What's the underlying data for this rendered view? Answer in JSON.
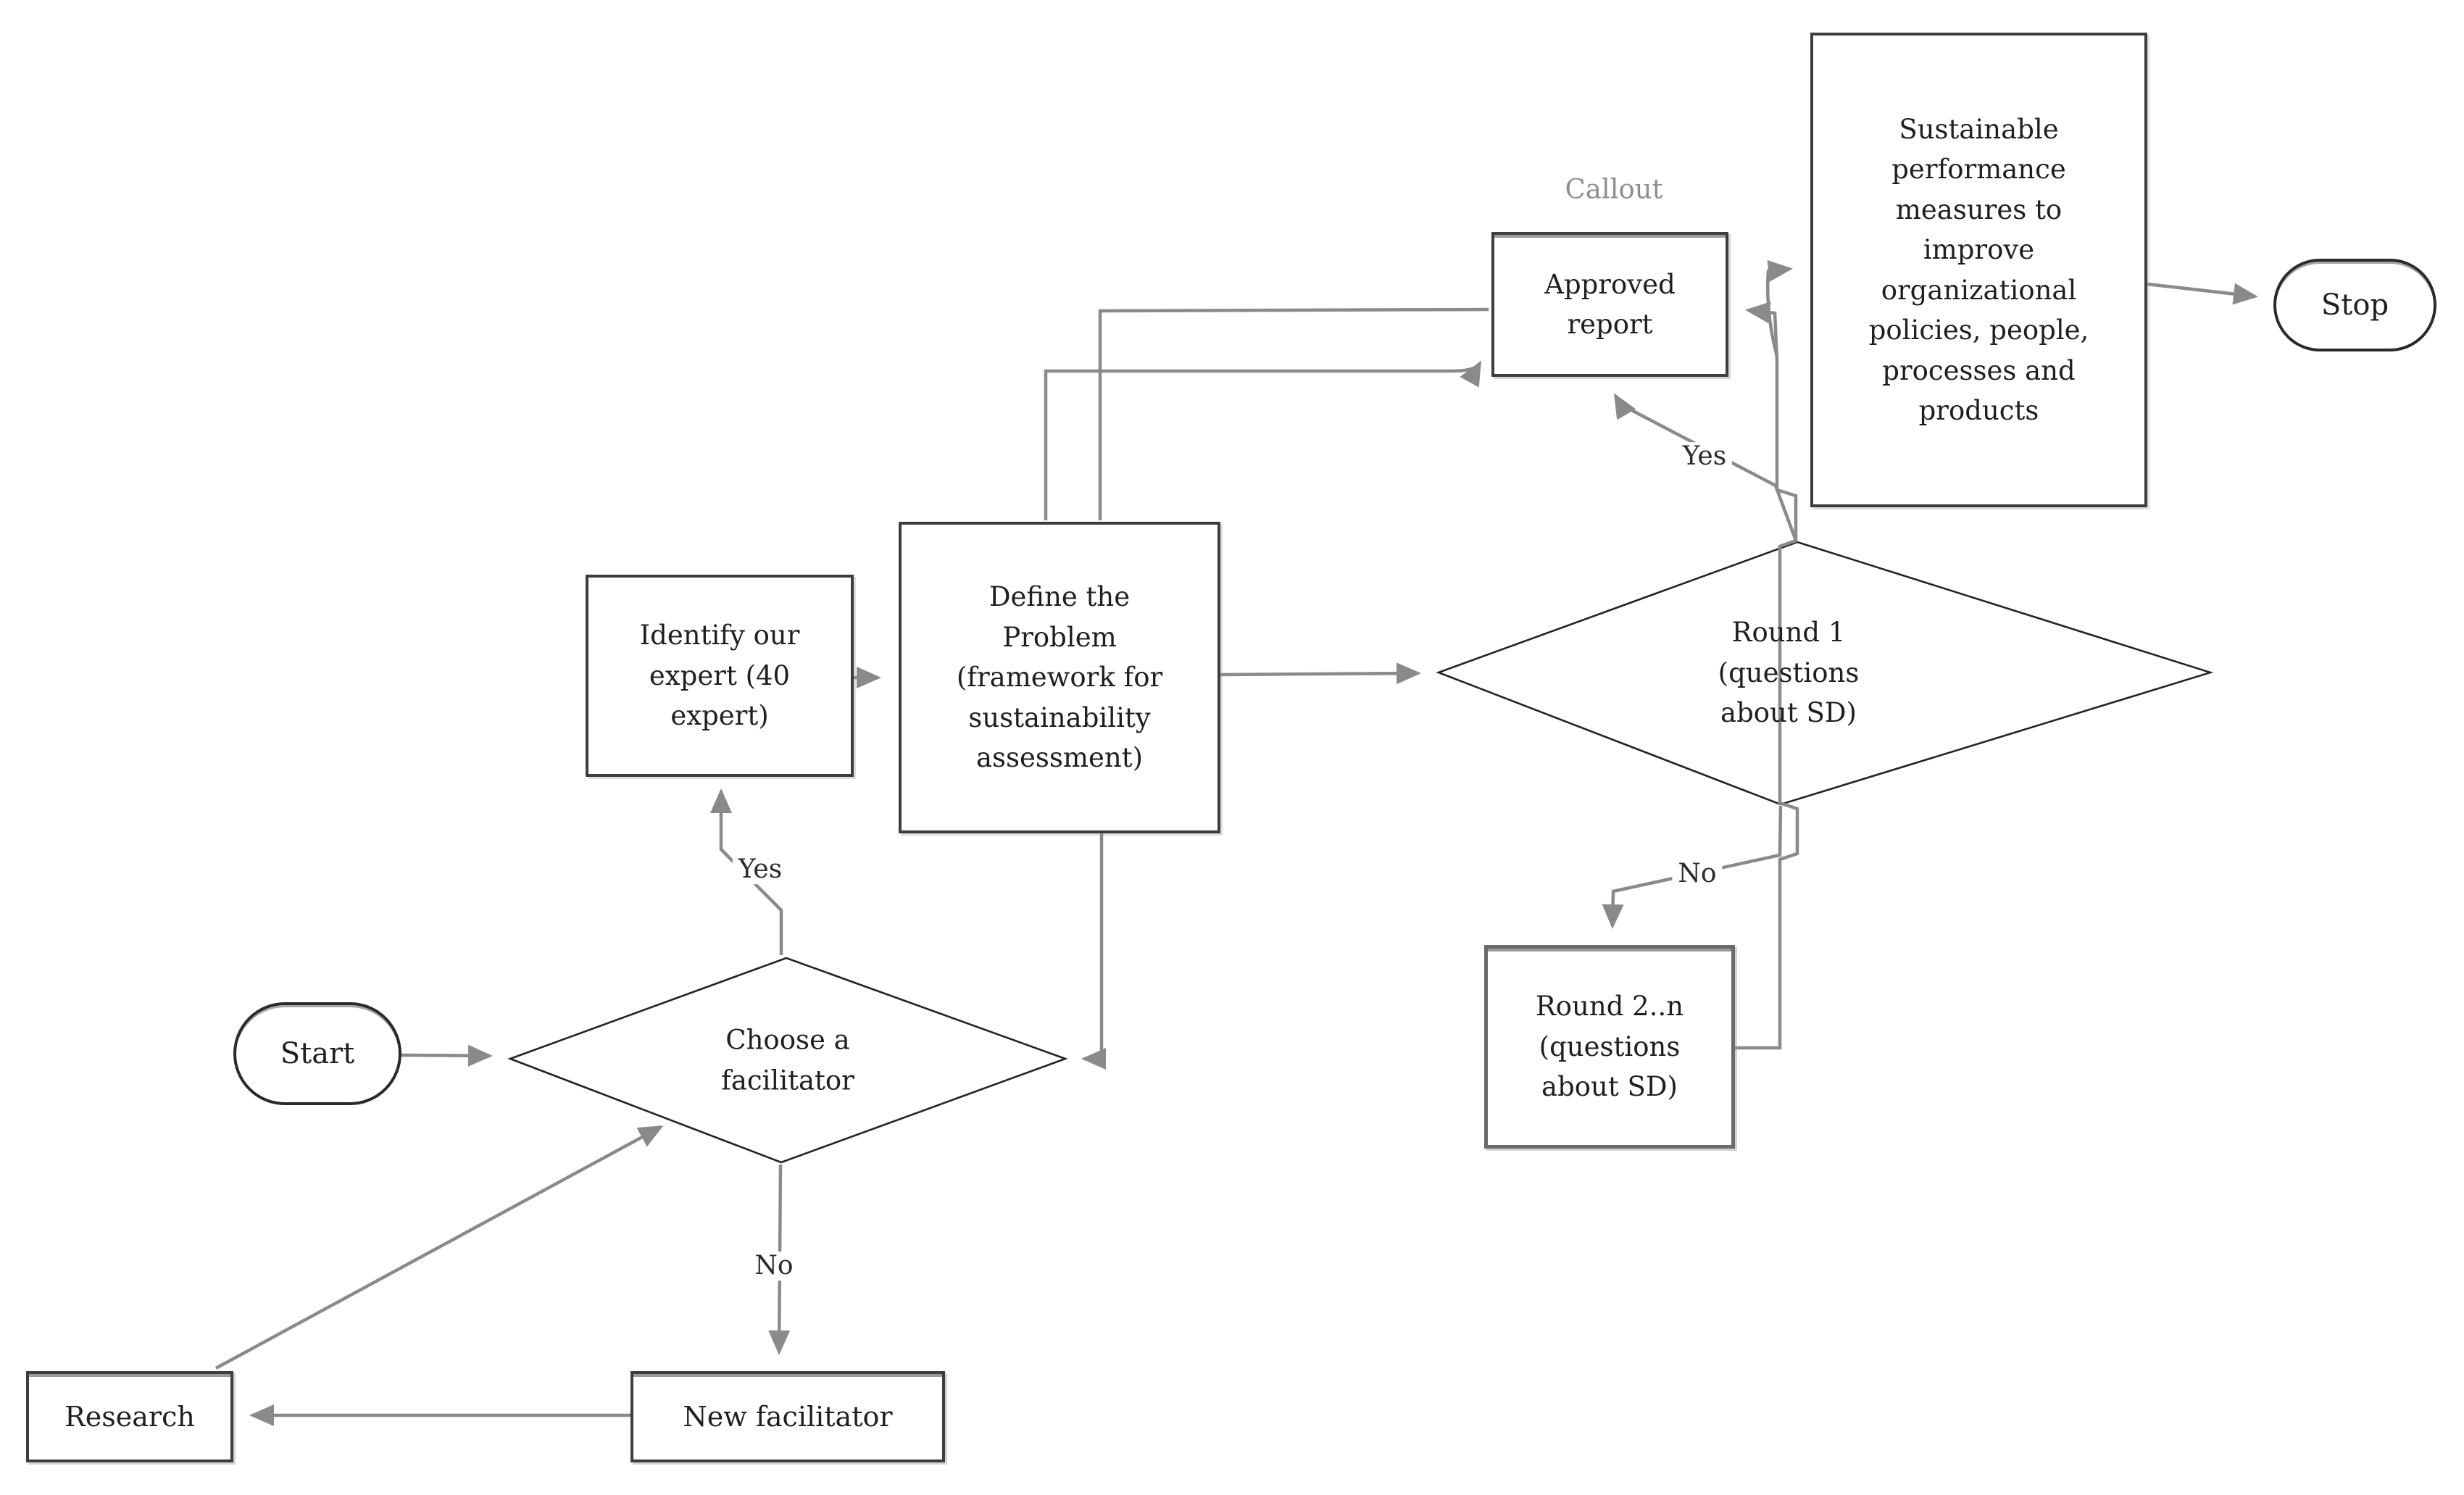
{
  "diagram": {
    "type": "flowchart",
    "background": "#ffffff",
    "colors": {
      "connector": "#8a8a8a",
      "shape_border": "#3d3d3d",
      "diamond_border": "#242424",
      "text": "#1f1f1f",
      "callout_text": "#8f8f8f"
    },
    "nodes": {
      "start": {
        "label": "Start",
        "shape": "terminator"
      },
      "choose_facilitator": {
        "label": "Choose a facilitator",
        "shape": "decision",
        "lines": [
          "Choose a",
          "facilitator"
        ]
      },
      "identify_expert": {
        "label": "Identify our expert (40 expert)",
        "shape": "process",
        "lines": [
          "Identify our",
          "expert (40",
          "expert)"
        ]
      },
      "define_problem": {
        "label": "Define the Problem (framework for sustainability assessment)",
        "shape": "process",
        "lines": [
          "Define the",
          "Problem",
          "(framework for",
          "sustainability",
          "assessment)"
        ]
      },
      "round_1": {
        "label": "Round 1 (questions about SD)",
        "shape": "decision",
        "lines": [
          "Round 1",
          "(questions",
          "about SD)"
        ]
      },
      "approved_report": {
        "label": "Approved report",
        "shape": "process",
        "lines": [
          "Approved",
          "report"
        ]
      },
      "sustainable_measures": {
        "label": "Sustainable performance measures to improve organizational policies, people, processes and products",
        "shape": "process",
        "lines": [
          "Sustainable",
          "performance",
          "measures to",
          "improve",
          "organizational",
          "policies, people,",
          "processes and",
          "products"
        ]
      },
      "stop": {
        "label": "Stop",
        "shape": "terminator"
      },
      "round_2n": {
        "label": "Round 2..n (questions about SD)",
        "shape": "process",
        "lines": [
          "Round 2..n",
          "(questions",
          "about SD)"
        ]
      },
      "new_facilitator": {
        "label": "New facilitator",
        "shape": "process"
      },
      "research": {
        "label": "Research",
        "shape": "process"
      }
    },
    "edge_labels": {
      "callout": "Callout",
      "facilitator_yes": "Yes",
      "facilitator_no": "No",
      "round1_yes": "Yes",
      "round1_no": "No"
    }
  }
}
